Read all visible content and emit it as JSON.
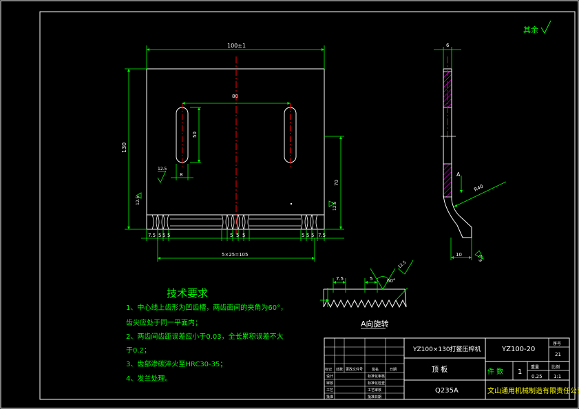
{
  "colors": {
    "background": "#000000",
    "frame": "#ffffff",
    "dimension": "#00ff00",
    "part": "#ffffff",
    "center_line": "#ff0000",
    "hatch": "#ff00ff",
    "annotation": "#00ffff",
    "title_text": "#ffffff",
    "company_text": "#ffff00"
  },
  "roughness_note": "其余",
  "front_view": {
    "dims": {
      "top_width": "100±1",
      "slot_spacing": "80",
      "slot_length": "50",
      "slot_width": "8",
      "left_height": "130",
      "right_height": "70",
      "surface_left": "12.5",
      "edge_left": "12.5",
      "edge_right": "12.5",
      "tooth_pitch_left": [
        "7.5",
        "5",
        "5",
        "5"
      ],
      "tooth_pitch_mid": [
        "5",
        "5",
        "5"
      ],
      "tooth_pitch_right": [
        "5",
        "5",
        "5",
        "7.5"
      ],
      "bottom_total": "5×25=105"
    }
  },
  "side_view": {
    "dims": {
      "top_thickness": "6",
      "bottom_width": "10",
      "radius": "R40",
      "bottom_angle": "6.3"
    },
    "view_arrow_label": "A"
  },
  "detail_view": {
    "label": "A向旋转",
    "dims": {
      "pitch_a": "7.5",
      "pitch_b": "5",
      "angle": "60°",
      "roughness": "12.5"
    }
  },
  "tech_requirements": {
    "title": "技术要求",
    "lines": [
      "1、中心线上齿形为凹齿槽，两齿面间的夹角为60°，",
      "齿尖应处于同一平面内；",
      "2、两齿间齿距误差应小于0.03，全长累积误差不大",
      "于0.2；",
      "3、齿部渗碳淬火至HRC30-35；",
      "4、发兰处理。"
    ]
  },
  "title_block": {
    "product_name": "YZ100×130打鳌压榨机",
    "drawing_number": "YZ100-20",
    "part_name": "顶  板",
    "material": "Q235A",
    "quantity_label": "件  数",
    "quantity_value": "1",
    "page_label": "序号",
    "page_value": "21",
    "weight_label": "重量",
    "weight_value": "0.25",
    "scale_label": "比例",
    "scale_value": "1:1",
    "company": "文山通用机械制造有限责任公司",
    "row_labels": [
      "标记",
      "处数",
      "更改文件号",
      "签名",
      "日期",
      "设计",
      "审核",
      "工艺",
      "批准"
    ],
    "signoff_labels": [
      "标准化审核",
      "标准化检查",
      "工艺审核",
      "批准日期"
    ]
  }
}
